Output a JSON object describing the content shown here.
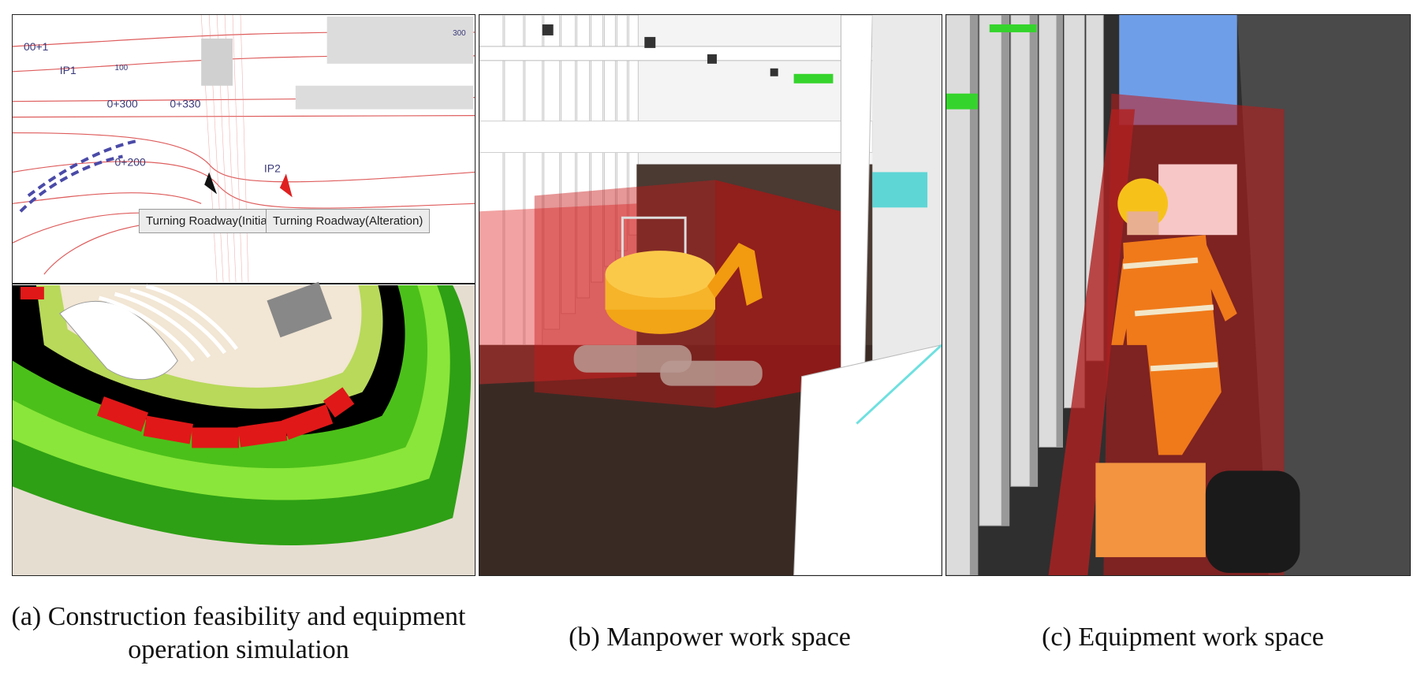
{
  "figure": {
    "panels": [
      {
        "id": "a",
        "caption": "(a) Construction feasibility and equipment operation simulation",
        "plan_labels": [
          "0+300",
          "0+330",
          "0+200",
          "00+1",
          "IP1",
          "IP2",
          "300",
          "100"
        ],
        "callouts": {
          "initial": "Turning Roadway(Initial)",
          "alteration": "Turning Roadway(Alteration)"
        }
      },
      {
        "id": "b",
        "caption": "(b) Manpower work space"
      },
      {
        "id": "c",
        "caption": "(c) Equipment work space"
      }
    ],
    "colors": {
      "work_space": "#d41f1f",
      "terrain_green": "#5ccf1c",
      "excavator": "#f2a516",
      "worker_suit": "#f07a1a",
      "ground": "#3a2a24",
      "sky": "#6f9ee8"
    }
  }
}
